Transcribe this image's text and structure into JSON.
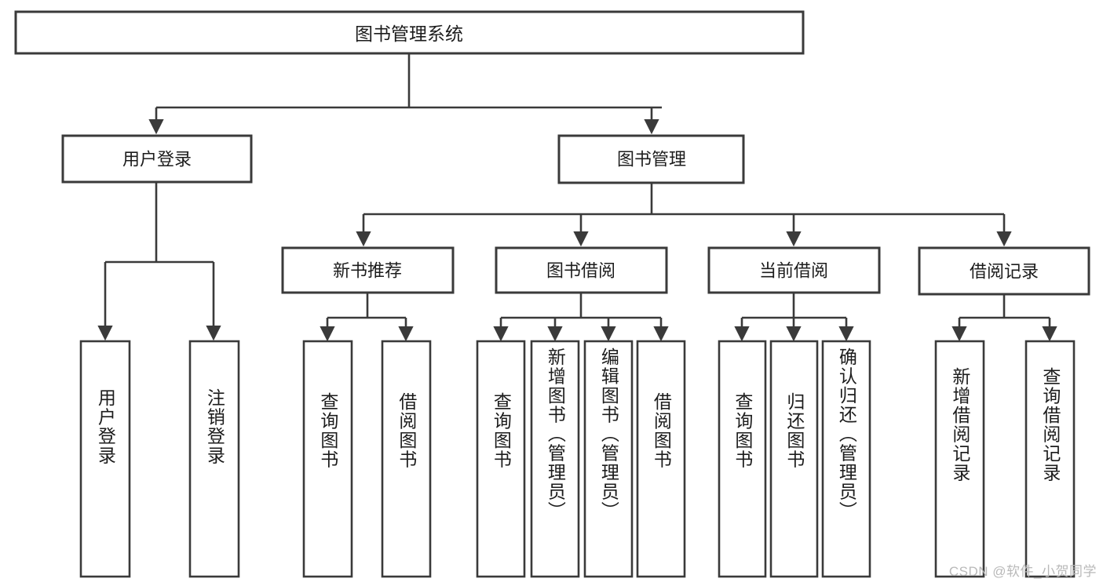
{
  "diagram": {
    "type": "tree-hierarchy",
    "title": "图书管理系统",
    "watermark": "CSDN @软件_小贺同学",
    "colors": {
      "stroke": "#3a3a3a",
      "box_fill": "#ffffff",
      "text": "#1c1c1c",
      "background": "#ffffff",
      "watermark": "#b9b9b9"
    },
    "root": {
      "label": "图书管理系统",
      "orientation": "horizontal"
    },
    "level2": [
      {
        "label": "用户登录",
        "orientation": "horizontal"
      },
      {
        "label": "图书管理",
        "orientation": "horizontal"
      }
    ],
    "level3": [
      {
        "label": "新书推荐",
        "orientation": "horizontal"
      },
      {
        "label": "图书借阅",
        "orientation": "horizontal"
      },
      {
        "label": "当前借阅",
        "orientation": "horizontal"
      },
      {
        "label": "借阅记录",
        "orientation": "horizontal"
      }
    ],
    "leaves": {
      "user_login": [
        {
          "label": "用户登录",
          "orientation": "vertical"
        },
        {
          "label": "注销登录",
          "orientation": "vertical"
        }
      ],
      "new_book_recommend": [
        {
          "label": "查询图书",
          "orientation": "vertical"
        },
        {
          "label": "借阅图书",
          "orientation": "vertical"
        }
      ],
      "book_borrow": [
        {
          "label": "查询图书",
          "orientation": "vertical"
        },
        {
          "label": "新增图书（管理员）",
          "orientation": "vertical"
        },
        {
          "label": "编辑图书（管理员）",
          "orientation": "vertical"
        },
        {
          "label": "借阅图书",
          "orientation": "vertical"
        }
      ],
      "current_borrow": [
        {
          "label": "查询图书",
          "orientation": "vertical"
        },
        {
          "label": "归还图书",
          "orientation": "vertical"
        },
        {
          "label": "确认归还（管理员）",
          "orientation": "vertical"
        }
      ],
      "borrow_record": [
        {
          "label": "新增借阅记录",
          "orientation": "vertical"
        },
        {
          "label": "查询借阅记录",
          "orientation": "vertical"
        }
      ]
    }
  }
}
